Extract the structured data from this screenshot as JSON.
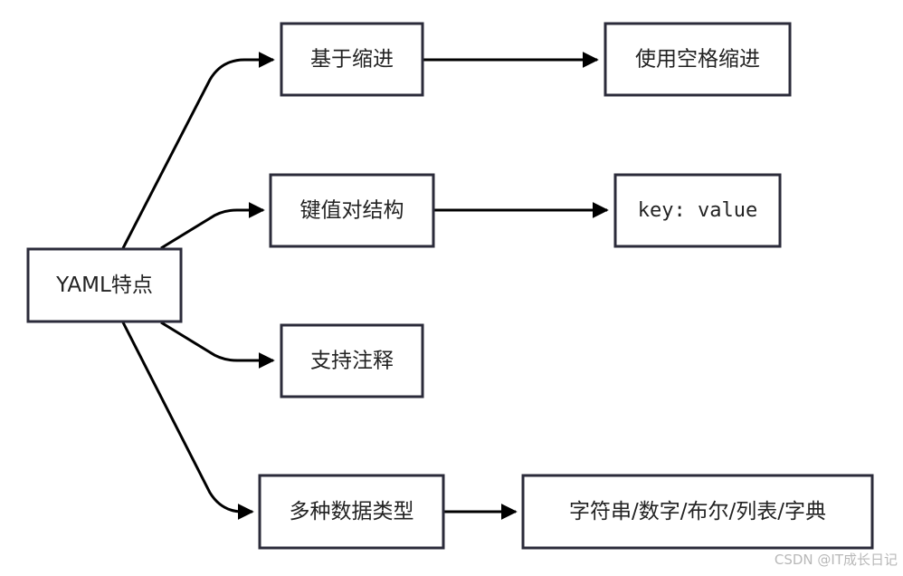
{
  "diagram": {
    "nodes": {
      "root": "YAML特点",
      "indent": "基于缩进",
      "space_indent": "使用空格缩进",
      "kv": "键值对结构",
      "kv_example": "key: value",
      "comments": "支持注释",
      "types": "多种数据类型",
      "types_list": "字符串/数字/布尔/列表/字典"
    },
    "edges": [
      [
        "root",
        "indent"
      ],
      [
        "indent",
        "space_indent"
      ],
      [
        "root",
        "kv"
      ],
      [
        "kv",
        "kv_example"
      ],
      [
        "root",
        "comments"
      ],
      [
        "root",
        "types"
      ],
      [
        "types",
        "types_list"
      ]
    ]
  },
  "watermark": "CSDN @IT成长日记"
}
